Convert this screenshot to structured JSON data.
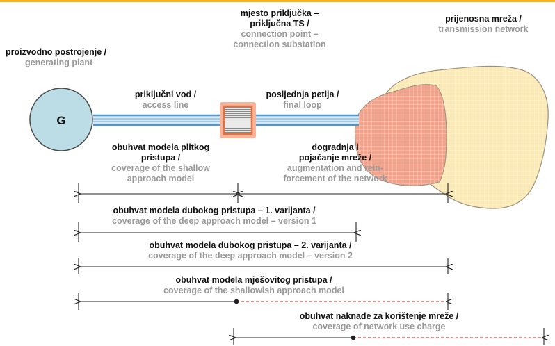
{
  "generator_letter": "G",
  "labels": {
    "generating_plant": {
      "hr": "proizvodno postrojenje /",
      "en": "generating plant"
    },
    "connection_point": {
      "hr": [
        "mjesto priključka –",
        "priključna TS /"
      ],
      "en": [
        "connection point –",
        "connection substation"
      ]
    },
    "transmission_network": {
      "hr": "prijenosna mreža /",
      "en": "transmission network"
    },
    "access_line": {
      "hr": "priključni vod /",
      "en": "access line"
    },
    "final_loop": {
      "hr": "posljednja petlja /",
      "en": "final loop"
    },
    "shallow": {
      "hr": [
        "obuhvat modela plitkog",
        "pristupa /"
      ],
      "en": [
        "coverage of the shallow",
        "approach model"
      ]
    },
    "augmentation": {
      "hr": [
        "dogradnja i",
        "pojačanje mreže /"
      ],
      "en": [
        "augmentation and rein-",
        "forcement of the network"
      ]
    },
    "deep_v1": {
      "hr": "obuhvat modela dubokog pristupa – 1. varijanta /",
      "en": "coverage of the deep approach model – version 1"
    },
    "deep_v2": {
      "hr": "obuhvat modela dubokog pristupa – 2. varijanta /",
      "en": "coverage of the deep approach model – version 2"
    },
    "shallowish": {
      "hr": "obuhvat modela mješovitog pristupa /",
      "en": "coverage of the shallowish approach model"
    },
    "use_charge": {
      "hr": "obuhvat naknade za korištenje mreže /",
      "en": "coverage of network use charge"
    }
  },
  "colors": {
    "accent_bar": "#f6b21a",
    "generator": "#bcdde5",
    "line_blue": "#4f97cc",
    "substation": "#e8703a",
    "network_red": "#f3a28b",
    "network_yellow": "#fbe9b6",
    "dashed_red": "#d94a3a"
  }
}
